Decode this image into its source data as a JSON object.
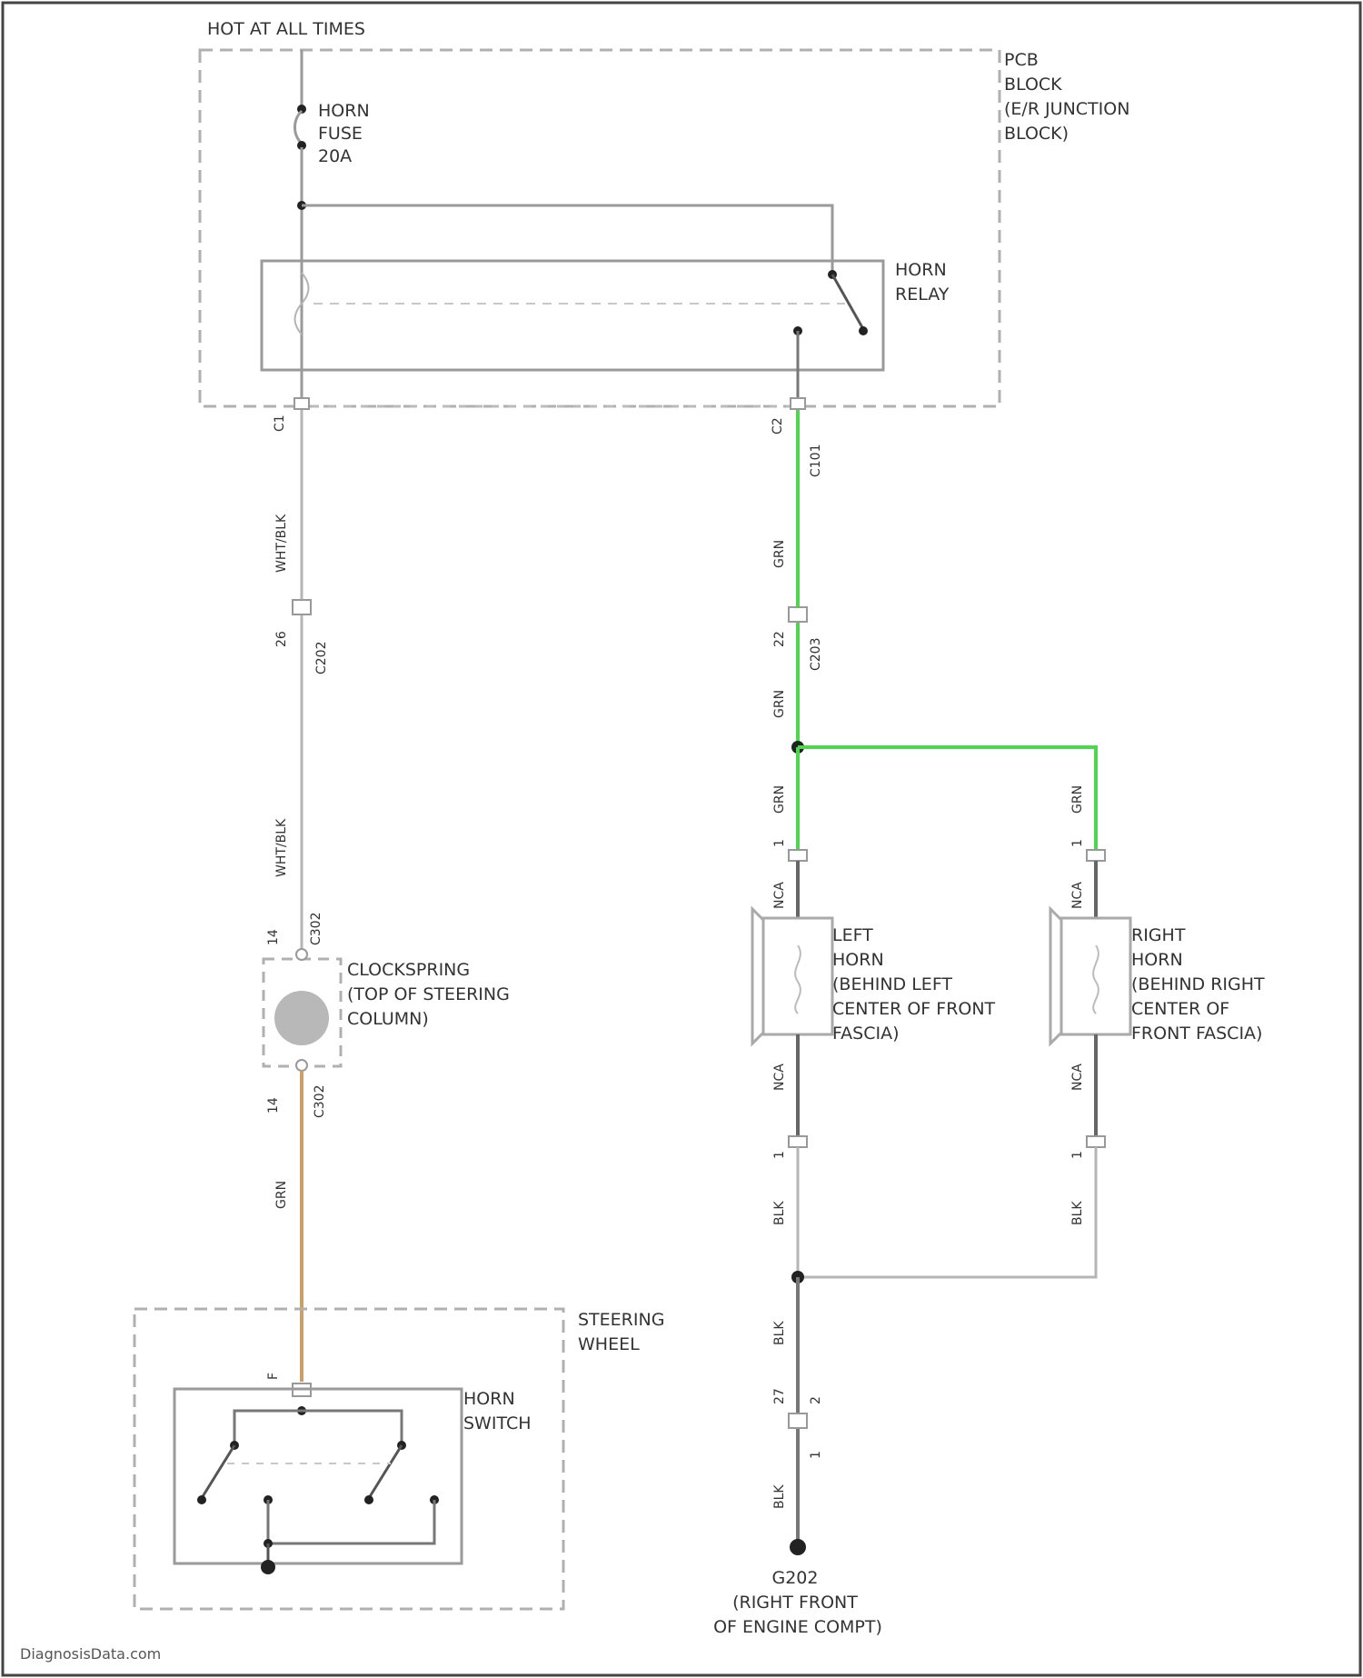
{
  "header": {
    "power_label": "HOT AT ALL TIMES"
  },
  "pcb_block": {
    "lines": [
      "PCB",
      "BLOCK",
      "(E/R JUNCTION",
      "BLOCK)"
    ]
  },
  "horn_fuse": {
    "lines": [
      "HORN",
      "FUSE",
      "20A"
    ]
  },
  "horn_relay": {
    "lines": [
      "HORN",
      "RELAY"
    ]
  },
  "clockspring": {
    "lines": [
      "CLOCKSPRING",
      "(TOP OF STEERING",
      "COLUMN)"
    ]
  },
  "steering_wheel": {
    "lines": [
      "STEERING",
      "WHEEL"
    ]
  },
  "horn_switch": {
    "lines": [
      "HORN",
      "SWITCH"
    ]
  },
  "left_horn": {
    "lines": [
      "LEFT",
      "HORN",
      "(BEHIND LEFT",
      "CENTER OF FRONT",
      "FASCIA)"
    ]
  },
  "right_horn": {
    "lines": [
      "RIGHT",
      "HORN",
      "(BEHIND RIGHT",
      "CENTER OF",
      "FRONT FASCIA)"
    ]
  },
  "ground": {
    "lines": [
      "G202",
      "(RIGHT FRONT",
      "OF ENGINE COMPT)"
    ]
  },
  "wire_colors": {
    "wht_blk": "WHT/BLK",
    "grn": "GRN",
    "blk": "BLK"
  },
  "connectors": {
    "pcb_left": "C1",
    "pcb_right": "C2",
    "c202": "C202",
    "c203": "C203",
    "pin_left_top": "C1",
    "pin_left_mid": "C2",
    "c302_a": "C302",
    "c302_b": "C302",
    "nca_1": "NCA",
    "nca_2": "NCA",
    "nca_3": "NCA",
    "nca_4": "NCA",
    "c101": "C101",
    "pin_26": "26",
    "pin_22": "22",
    "pin_14a": "14",
    "pin_14b": "14",
    "pin_1a": "1",
    "pin_1b": "1",
    "pin_1c": "1",
    "pin_1d": "1",
    "pin_1e": "1",
    "pin_27": "27",
    "pin_2": "2",
    "pin_f": "F"
  },
  "watermark": "DiagnosisData.com",
  "colors": {
    "wire": "#b5b5b5",
    "dashed": "#b0b0b0",
    "green_wire": "#4fd64f",
    "orange_wire": "#c9a066",
    "dark_wire": "#666666",
    "junction": "#222222"
  }
}
